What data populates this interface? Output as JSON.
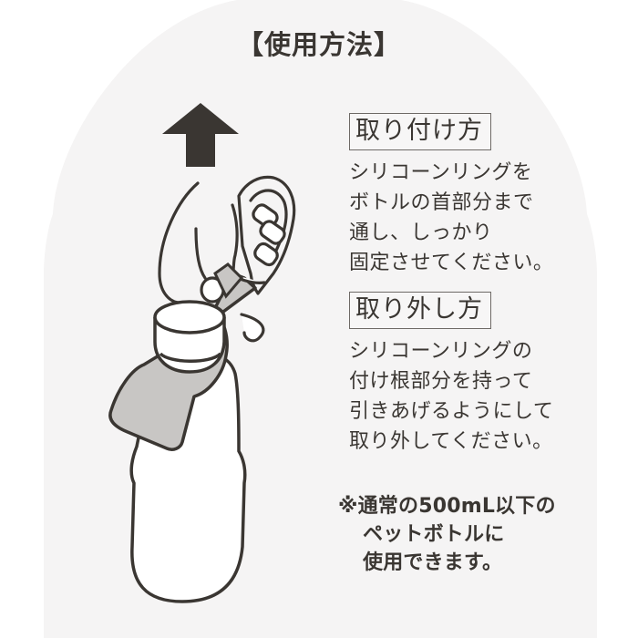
{
  "title": "【使用方法】",
  "colors": {
    "text": "#3a3632",
    "panel_bg": "#f5f4f4",
    "page_bg": "#ffffff",
    "silicone_ring": "#c8c6c4",
    "outline": "#3a3632"
  },
  "illustration": {
    "arrow_icon": "up-arrow",
    "description": "Hand pulling silicone ring with carabiner off bottle neck"
  },
  "sections": [
    {
      "heading": "取り付け方",
      "lines": [
        "シリコーンリングを",
        "ボトルの首部分まで",
        "通し、しっかり",
        "固定させてください。"
      ]
    },
    {
      "heading": "取り外し方",
      "lines": [
        "シリコーンリングの",
        "付け根部分を持って",
        "引きあげるようにして",
        "取り外してください。"
      ]
    }
  ],
  "note": {
    "lines": [
      "※通常の500mL以下の",
      "ペットボトルに",
      "使用できます。"
    ]
  }
}
